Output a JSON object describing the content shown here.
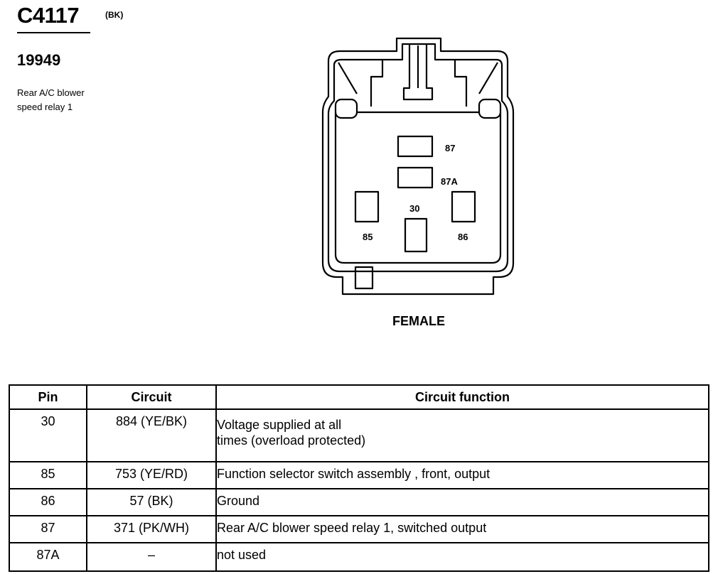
{
  "connector": {
    "id": "C4117",
    "color_code": "(BK)",
    "component_number": "19949",
    "description_lines": [
      "Rear A/C blower",
      "speed relay 1"
    ]
  },
  "diagram": {
    "pin_labels": {
      "p87": "87",
      "p87a": "87A",
      "p30": "30",
      "p85": "85",
      "p86": "86"
    },
    "gender": "FEMALE"
  },
  "table": {
    "headers": {
      "pin": "Pin",
      "circuit": "Circuit",
      "function": "Circuit function"
    },
    "rows": [
      {
        "pin": "30",
        "circuit": "884 (YE/BK)",
        "function_lines": [
          "Voltage supplied at all",
          "times (overload protected)"
        ]
      },
      {
        "pin": "85",
        "circuit": "753 (YE/RD)",
        "function_lines": [
          "Function selector switch assembly , front, output"
        ]
      },
      {
        "pin": "86",
        "circuit": "57 (BK)",
        "function_lines": [
          "Ground"
        ]
      },
      {
        "pin": "87",
        "circuit": "371 (PK/WH)",
        "function_lines": [
          "Rear A/C blower speed relay 1, switched output"
        ]
      },
      {
        "pin": "87A",
        "circuit": "–",
        "function_lines": [
          "not used"
        ]
      }
    ]
  }
}
